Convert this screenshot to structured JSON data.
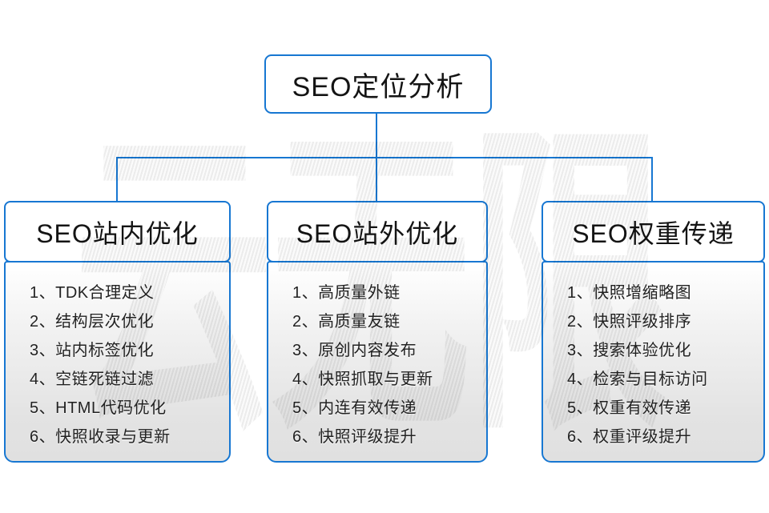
{
  "diagram": {
    "root": {
      "label": "SEO定位分析"
    },
    "branches": [
      {
        "title": "SEO站内优化",
        "items": [
          "1、TDK合理定义",
          "2、结构层次优化",
          "3、站内标签优化",
          "4、空链死链过滤",
          "5、HTML代码优化",
          "6、快照收录与更新"
        ]
      },
      {
        "title": "SEO站外优化",
        "items": [
          "1、高质量外链",
          "2、高质量友链",
          "3、原创内容发布",
          "4、快照抓取与更新",
          "5、内连有效传递",
          "6、快照评级提升"
        ]
      },
      {
        "title": "SEO权重传递",
        "items": [
          "1、快照增缩略图",
          "2、快照评级排序",
          "3、搜索体验优化",
          "4、检索与目标访问",
          "5、权重有效传递",
          "6、权重评级提升"
        ]
      }
    ],
    "watermark": "云无限",
    "colors": {
      "line_blue": "#1777d2",
      "text": "#141414"
    }
  }
}
